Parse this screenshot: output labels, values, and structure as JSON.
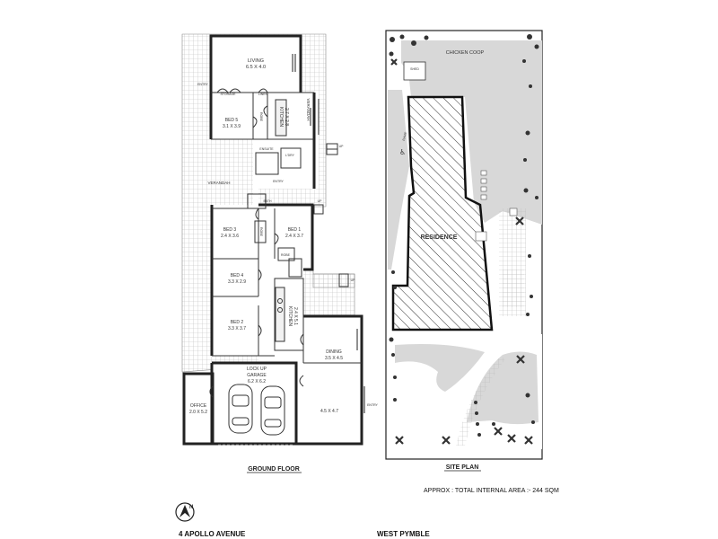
{
  "ground_floor": {
    "caption": "GROUND FLOOR",
    "rooms": {
      "living_name": "LIVING",
      "living_dim": "6.5 X 4.0",
      "bed5_name": "BED 5",
      "bed5_dim": "3.1 X 3.9",
      "kitchen_top_name": "KITCHEN",
      "kitchen_top_dim": "2.7 X 2.8",
      "bed3_name": "BED 3",
      "bed3_dim": "2.4 X 3.6",
      "bed1_name": "BED 1",
      "bed1_dim": "2.4 X 3.7",
      "bed4_name": "BED 4",
      "bed4_dim": "3.3 X 2.9",
      "bed2_name": "BED 2",
      "bed2_dim": "3.3 X 3.7",
      "kitchen_mid_name": "KITCHEN",
      "kitchen_mid_dim": "2.4 X 5.1",
      "dining_name": "DINING",
      "dining_dim": "3.5 X 4.5",
      "garage_name1": "LOCK UP",
      "garage_name2": "GARAGE",
      "garage_dim": "6.2 X 6.2",
      "office_name": "OFFICE",
      "office_dim": "2.0 X 5.2",
      "extra_dim": "4.5 X 4.7"
    },
    "small_labels": {
      "entry_left": "ENTRY",
      "storage": "STORAGE",
      "linen": "LINEN",
      "robe1": "ROBE",
      "verandah_right": "VERANDAH",
      "verandah_left": "VERANDAH",
      "ensuite": "ENSUITE",
      "laundry": "L'DRY",
      "entry_mid": "ENTRY",
      "bath": "BATH",
      "robe2": "ROBE",
      "robe3": "ROBE",
      "up1": "UP",
      "up2": "UP",
      "up3": "UP",
      "entry_right": "ENTRY"
    }
  },
  "site_plan": {
    "caption": "SITE PLAN",
    "chicken_coop": "CHICKEN COOP",
    "shed": "SHED",
    "ramp": "RAMP",
    "residence": "RESIDENCE"
  },
  "footer": {
    "area": "APPROX : TOTAL INTERNAL AREA :- 244 SQM",
    "address": "4 APOLLO AVENUE",
    "suburb": "WEST PYMBLE"
  },
  "colors": {
    "tile_grid": "#bbbbbb",
    "wall": "#222222",
    "hatch": "#333333"
  }
}
